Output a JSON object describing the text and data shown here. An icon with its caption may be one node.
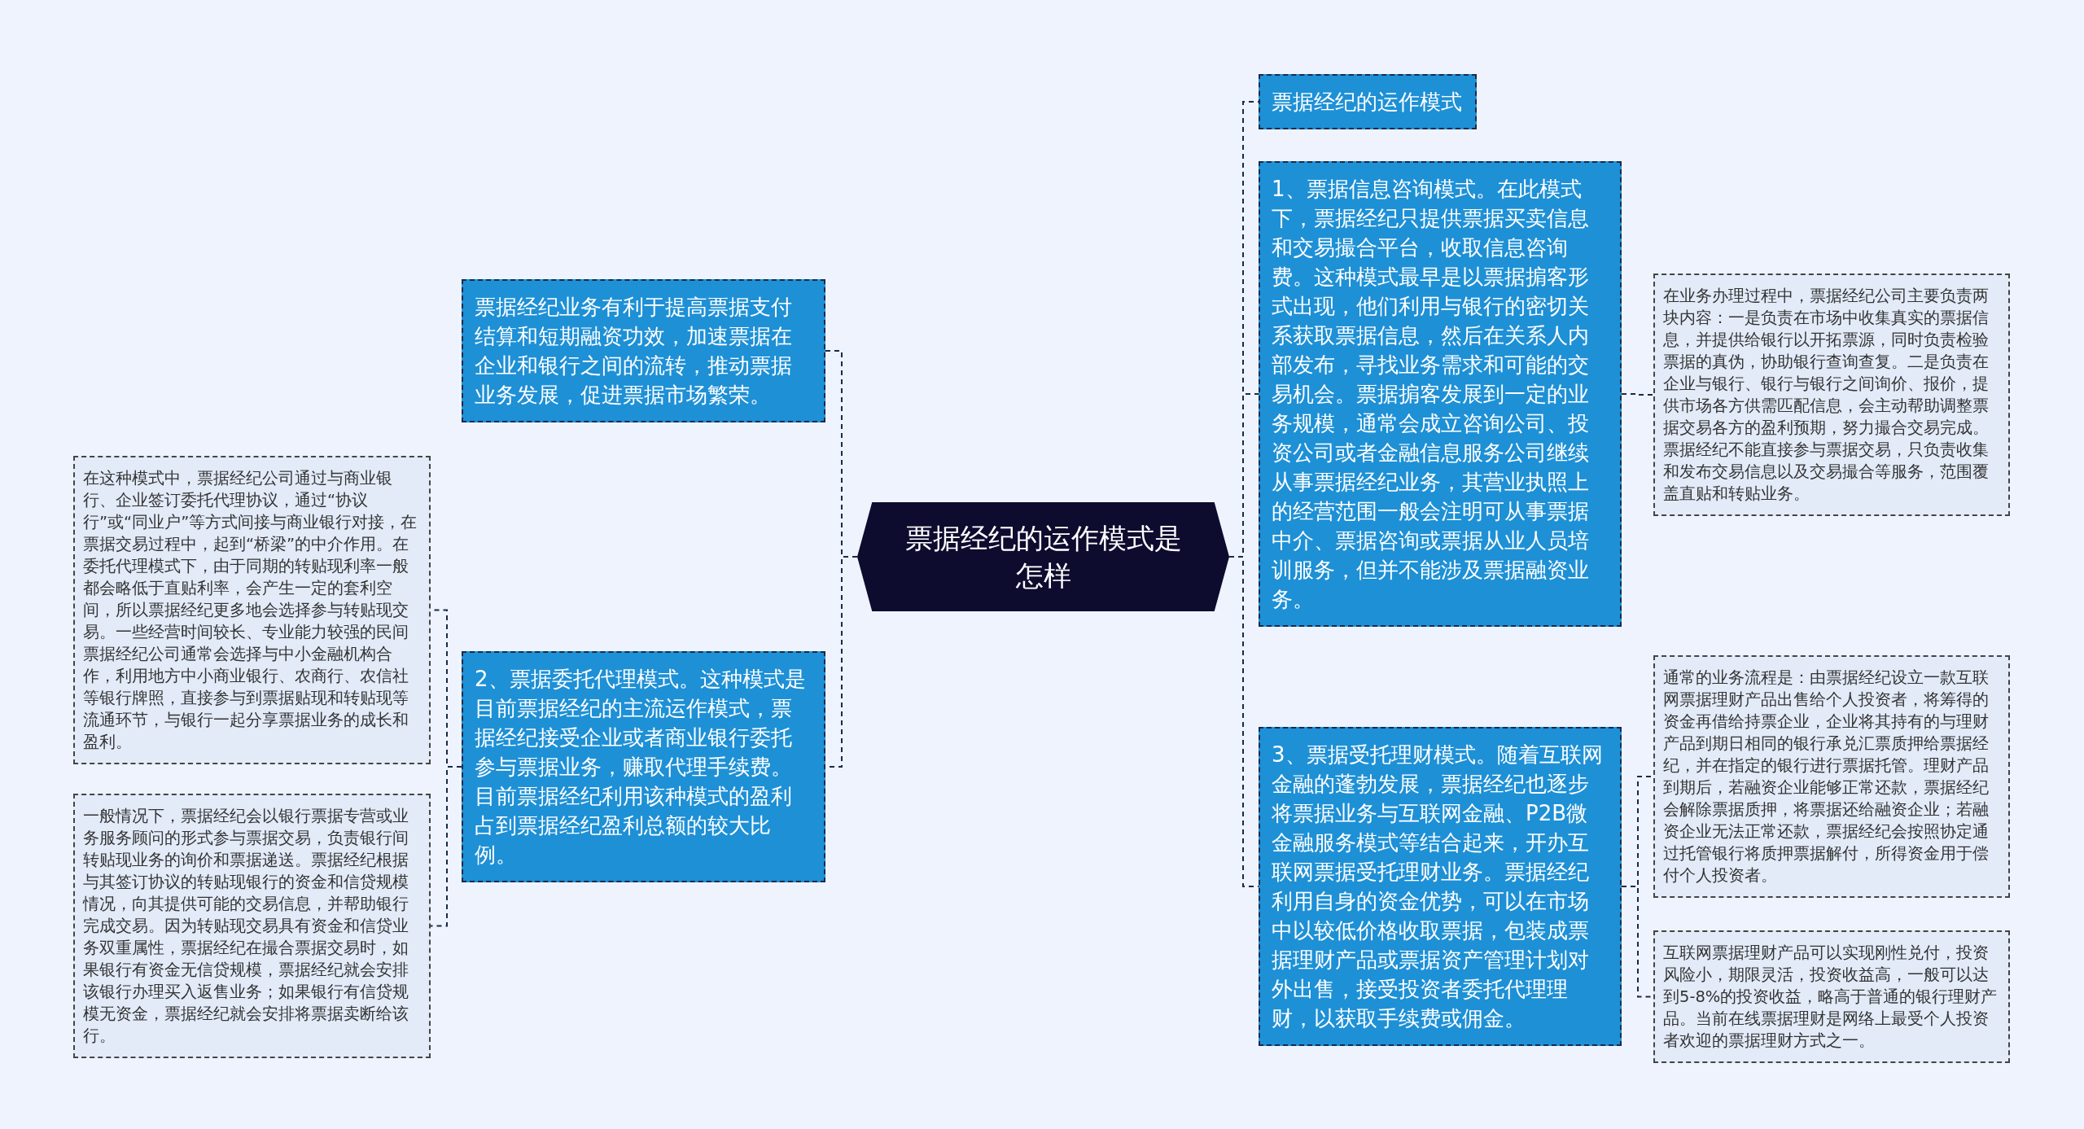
{
  "diagram": {
    "nodes": [
      {
        "text": [
          "票据经纪的运作模式是怎样"
        ]
      },
      {
        "text": [
          "票据经纪业务有利于提高票据支付结算和短期融资功效，加速票据在企业和银行之间的流转，推动票据业务发展，促进票据市场繁荣。"
        ]
      },
      {
        "text": [
          "2、票据委托代理模式。这种模式是目前票据经纪的主流运作模式，票据经纪接受企业或者商业银行委托参与票据业务，赚取代理手续费。目前票据经纪利用该种模式的盈利占到票据经纪盈利总额的较大比例。"
        ]
      },
      {
        "text": [
          "在这种模式中，票据经纪公司通过与商业银行、企业签订委托代理协议，通过“协议行”或“同业户”等方式间接与商业银行对接，在票据交易过程中，起到“桥梁”的中介作用。在委托代理模式下，由于同期的转贴现利率一般都会略低于直贴利率，会产生一定的套利空间，所以票据经纪更多地会选择参与转贴现交易。一些经营时间较长、专业能力较强的民间票据经纪公司通常会选择与中小金融机构合作，利用地方中小商业银行、农商行、农信社等银行牌照，直接参与到票据贴现和转贴现等流通环节，与银行一起分享票据业务的成长和盈利。"
        ]
      },
      {
        "text": [
          "一般情况下，票据经纪会以银行票据专营或业务服务顾问的形式参与票据交易，负责银行间转贴现业务的询价和票据递送。票据经纪根据与其签订协议的转贴现银行的资金和信贷规模情况，向其提供可能的交易信息，并帮助银行完成交易。因为转贴现交易具有资金和信贷业务双重属性，票据经纪在撮合票据交易时，如果银行有资金无信贷规模，票据经纪就会安排该银行办理买入返售业务；如果银行有信贷规模无资金，票据经纪就会安排将票据卖断给该行。"
        ]
      },
      {
        "text": [
          "票据经纪的运作模式"
        ]
      },
      {
        "text": [
          "1、票据信息咨询模式。在此模式下，票据经纪只提供票据买卖信息和交易撮合平台，收取信息咨询费。这种模式最早是以票据掮客形式出现，他们利用与银行的密切关系获取票据信息，然后在关系人内部发布，寻找业务需求和可能的交易机会。票据掮客发展到一定的业务规模，通常会成立咨询公司、投资公司或者金融信息服务公司继续从事票据经纪业务，其营业执照上的经营范围一般会注明可从事票据中介、票据咨询或票据从业人员培训服务，但并不能涉及票据融资业务。"
        ]
      },
      {
        "text": [
          "在业务办理过程中，票据经纪公司主要负责两块内容：一是负责在市场中收集真实的票据信息，并提供给银行以开拓票源，同时负责检验票据的真伪，协助银行查询查复。二是负责在企业与银行、银行与银行之间询价、报价，提供市场各方供需匹配信息，会主动帮助调整票据交易各方的盈利预期，努力撮合交易完成。票据经纪不能直接参与票据交易，只负责收集和发布交易信息以及交易撮合等服务，范围覆盖直贴和转贴业务。"
        ]
      },
      {
        "text": [
          "3、票据受托理财模式。随着互联网金融的蓬勃发展，票据经纪也逐步将票据业务与互联网金融、P2B微金融服务模式等结合起来，开办互联网票据受托理财业务。票据经纪利用自身的资金优势，可以在市场中以较低价格收取票据，包装成票据理财产品或票据资产管理计划对外出售，接受投资者委托代理理财，以获取手续费或佣金。"
        ]
      },
      {
        "text": [
          "通常的业务流程是：由票据经纪设立一款互联网票据理财产品出售给个人投资者，将筹得的资金再借给持票企业，企业将其持有的与理财产品到期日相同的银行承兑汇票质押给票据经纪，并在指定的银行进行票据托管。理财产品到期后，若融资企业能够正常还款，票据经纪会解除票据质押，将票据还给融资企业；若融资企业无法正常还款，票据经纪会按照协定通过托管银行将质押票据解付，所得资金用于偿付个人投资者。"
        ]
      },
      {
        "text": [
          "互联网票据理财产品可以实现刚性兑付，投资风险小，期限灵活，投资收益高，一般可以达到5-8%的投资收益，略高于普通的银行理财产品。当前在线票据理财是网络上最受个人投资者欢迎的票据理财方式之一。"
        ]
      }
    ],
    "edges": [
      {
        "from": 0,
        "to": 1,
        "arrow": "none"
      },
      {
        "from": 0,
        "to": 2,
        "arrow": "none"
      },
      {
        "from": 2,
        "to": 3,
        "arrow": "none"
      },
      {
        "from": 2,
        "to": 4,
        "arrow": "none"
      },
      {
        "from": 0,
        "to": 5,
        "arrow": "none"
      },
      {
        "from": 0,
        "to": 6,
        "arrow": "none"
      },
      {
        "from": 6,
        "to": 7,
        "arrow": "none"
      },
      {
        "from": 0,
        "to": 8,
        "arrow": "none"
      },
      {
        "from": 8,
        "to": 9,
        "arrow": "none"
      },
      {
        "from": 8,
        "to": 10,
        "arrow": "none"
      }
    ]
  }
}
